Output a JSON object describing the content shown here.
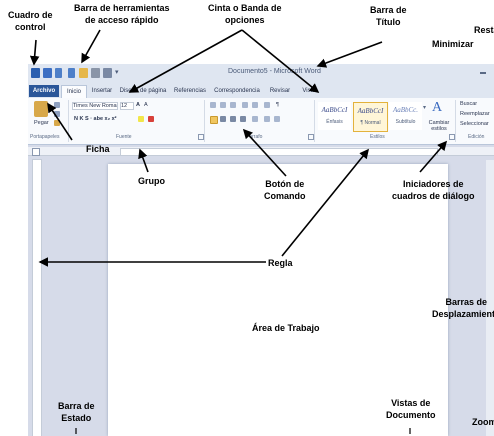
{
  "window": {
    "title": "Documento5 - Microsoft Word",
    "tabs": [
      "Archivo",
      "Inicio",
      "Insertar",
      "Diseño de página",
      "Referencias",
      "Correspondencia",
      "Revisar",
      "Vista"
    ]
  },
  "ribbon": {
    "clipboard": {
      "paste_label": "Pegar",
      "group_label": "Portapapeles"
    },
    "font": {
      "font_name": "Times New Roman",
      "font_size": "12",
      "group_label": "Fuente",
      "format_row": "N K S · abe x₂ x²"
    },
    "paragraph": {
      "group_label": "Párrafo"
    },
    "styles": {
      "items": [
        {
          "sample": "AaBbCcI",
          "name": "Énfasis"
        },
        {
          "sample": "AaBbCcI",
          "name": "¶ Normal"
        },
        {
          "sample": "AaBbCc.",
          "name": "Subtítulo"
        }
      ],
      "change_label": "Cambiar estilos",
      "group_label": "Estilos"
    },
    "editing": {
      "find": "Buscar",
      "replace": "Reemplazar",
      "select": "Seleccionar",
      "group_label": "Edición"
    }
  },
  "annotations": {
    "cuadro_control": [
      "Cuadro de",
      "control"
    ],
    "barra_herramientas": [
      "Barra de herramientas",
      "de acceso rápido"
    ],
    "cinta": [
      "Cinta o Banda de",
      "opciones"
    ],
    "barra_titulo": [
      "Barra de",
      "Título"
    ],
    "restaurar": "Resta",
    "minimizar": "Minimizar",
    "ficha": "Ficha",
    "grupo": "Grupo",
    "boton_comando": [
      "Botón de",
      "Comando"
    ],
    "iniciadores": [
      "Iniciadores de",
      "cuadros de diálogo"
    ],
    "regla": "Regla",
    "barras_desplazamiento": [
      "Barras de",
      "Desplazamiento"
    ],
    "area_trabajo": "Área de Trabajo",
    "barra_estado": [
      "Barra de",
      "Estado"
    ],
    "vistas_documento": [
      "Vistas de",
      "Documento"
    ],
    "zoom": "Zoom"
  }
}
